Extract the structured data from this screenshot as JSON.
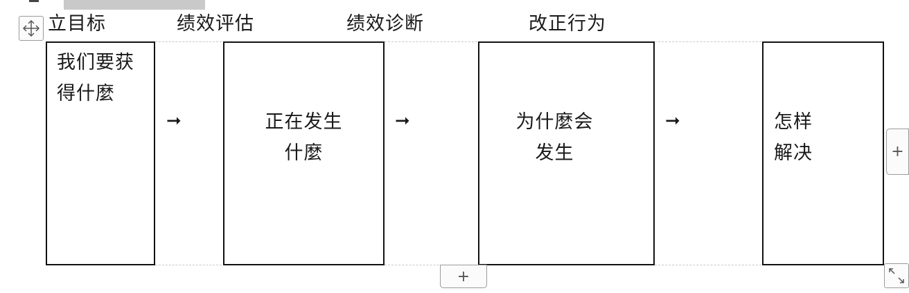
{
  "headers": [
    "立目标",
    "绩效评估",
    "绩效诊断",
    "改正行为"
  ],
  "boxes": [
    {
      "lines": [
        "我们要获",
        "得什麼"
      ]
    },
    {
      "lines": [
        "正在发生",
        "什麼"
      ]
    },
    {
      "lines": [
        "为什麼会",
        "发生"
      ]
    },
    {
      "lines": [
        "怎样",
        "解决"
      ]
    }
  ],
  "arrow_glyph": "➞",
  "controls": {
    "add_row_label": "+",
    "add_column_label": "+"
  },
  "icons": {
    "move": "move-arrows-icon",
    "resize": "resize-icon"
  }
}
